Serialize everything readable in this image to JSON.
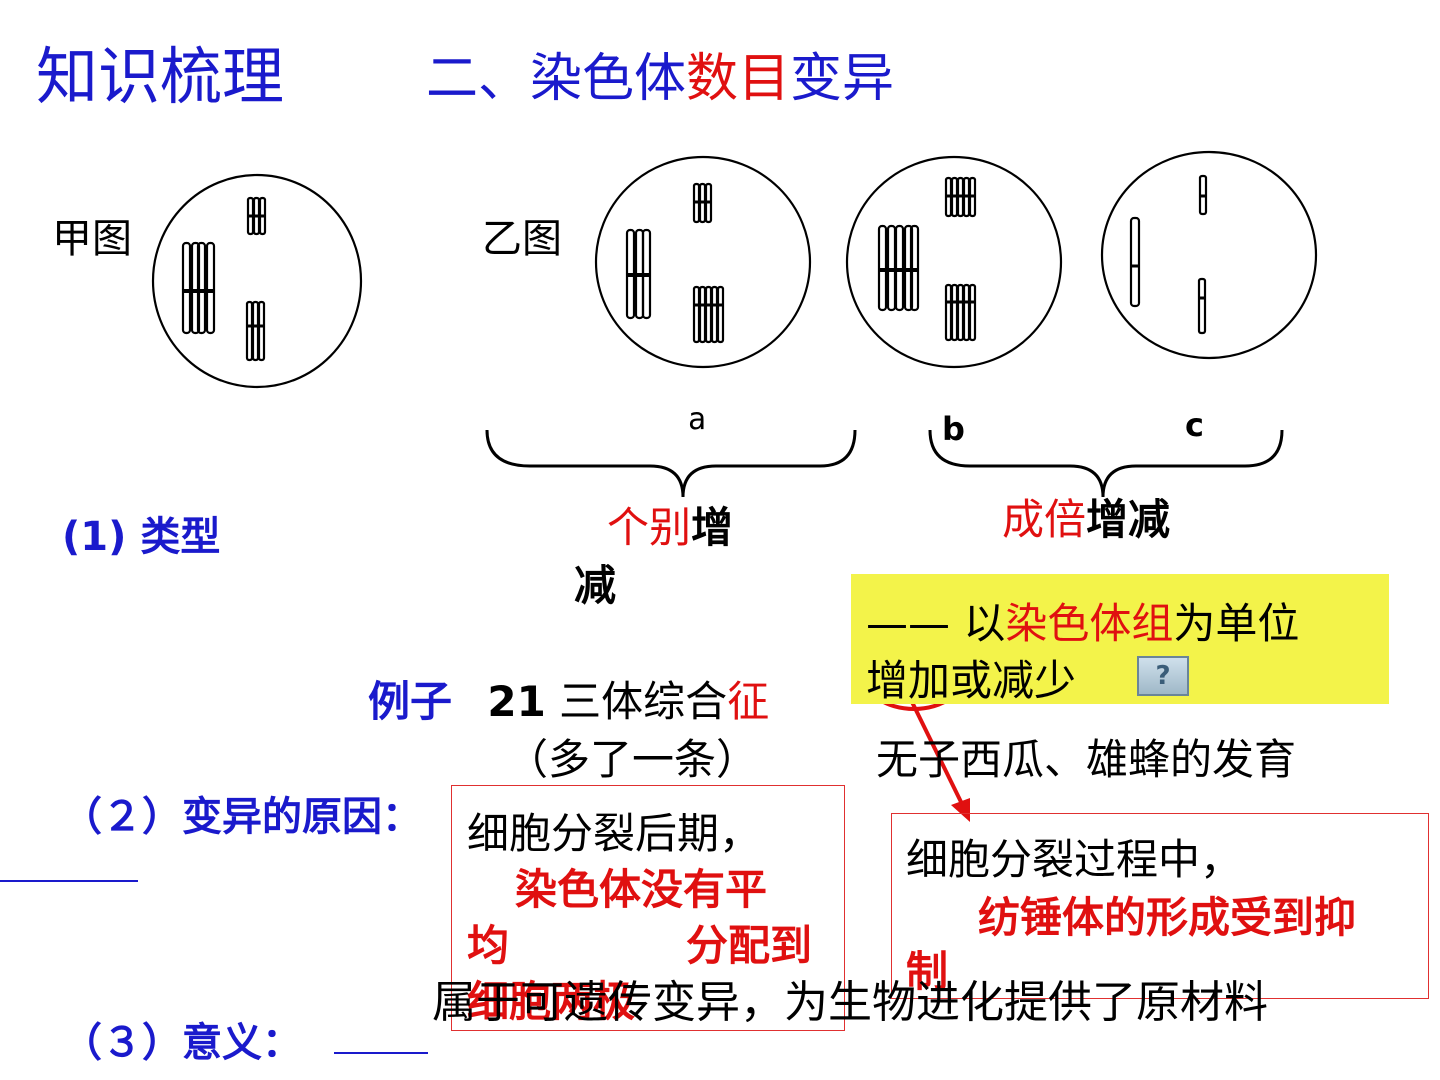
{
  "title": {
    "main": "知识梳理",
    "section_prefix": "二、染色体",
    "section_emphasis": "数目",
    "section_suffix": "变异"
  },
  "figures": {
    "jia_label": "甲图",
    "yi_label": "乙图",
    "cell_labels": {
      "a": "a",
      "b": "b",
      "c": "c"
    }
  },
  "types": {
    "heading": "(1) 类型",
    "individual_red": "个别",
    "individual_black_1": "增",
    "individual_black_2": "减",
    "multiple_red": "成倍",
    "multiple_black": "增减"
  },
  "note": {
    "line1_black_1": "—— 以",
    "line1_red": "染色体组",
    "line1_black_2": "为单位",
    "line2": "增加或减少",
    "help_label": "?"
  },
  "example": {
    "label": "例子",
    "number": "21",
    "name_black": " 三体综合",
    "name_red": "征",
    "detail": "（多了一条）",
    "polyploid": "无子西瓜、雄蜂的发育"
  },
  "cause": {
    "heading": "（２）变异的原因：",
    "box1_line1": "细胞分裂后期，",
    "box1_line2": "染色体没有平",
    "box1_line3a": "均",
    "box1_line3b": "分配到",
    "box1_line4": "细胞两极",
    "box2_line1": "细胞分裂过程中，",
    "box2_line2": "纺锤体的形成受到抑",
    "box2_line3": "制"
  },
  "meaning": {
    "heading": "（３）意义：",
    "text": "属于可遗传变异，为生物进化提供了原材料"
  },
  "colors": {
    "blue": "#1a1acc",
    "red": "#e01010",
    "highlight": "#f3f34a"
  }
}
